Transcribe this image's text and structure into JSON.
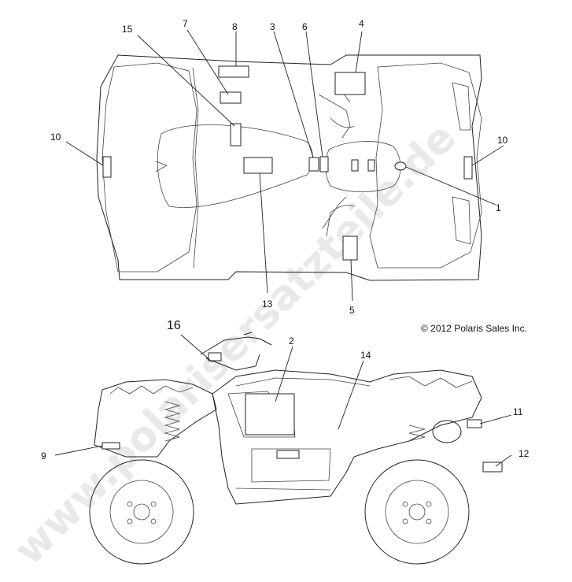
{
  "diagram": {
    "watermark": "www.polarisersatzteile.de",
    "copyright": "© 2012 Polaris Sales Inc.",
    "callouts": {
      "c1": "1",
      "c2": "2",
      "c3": "3",
      "c4": "4",
      "c5": "5",
      "c6": "6",
      "c7": "7",
      "c8": "8",
      "c9": "9",
      "c10_left": "10",
      "c10_right": "10",
      "c11": "11",
      "c12": "12",
      "c13": "13",
      "c14": "14",
      "c15": "15",
      "c16": "16"
    }
  }
}
